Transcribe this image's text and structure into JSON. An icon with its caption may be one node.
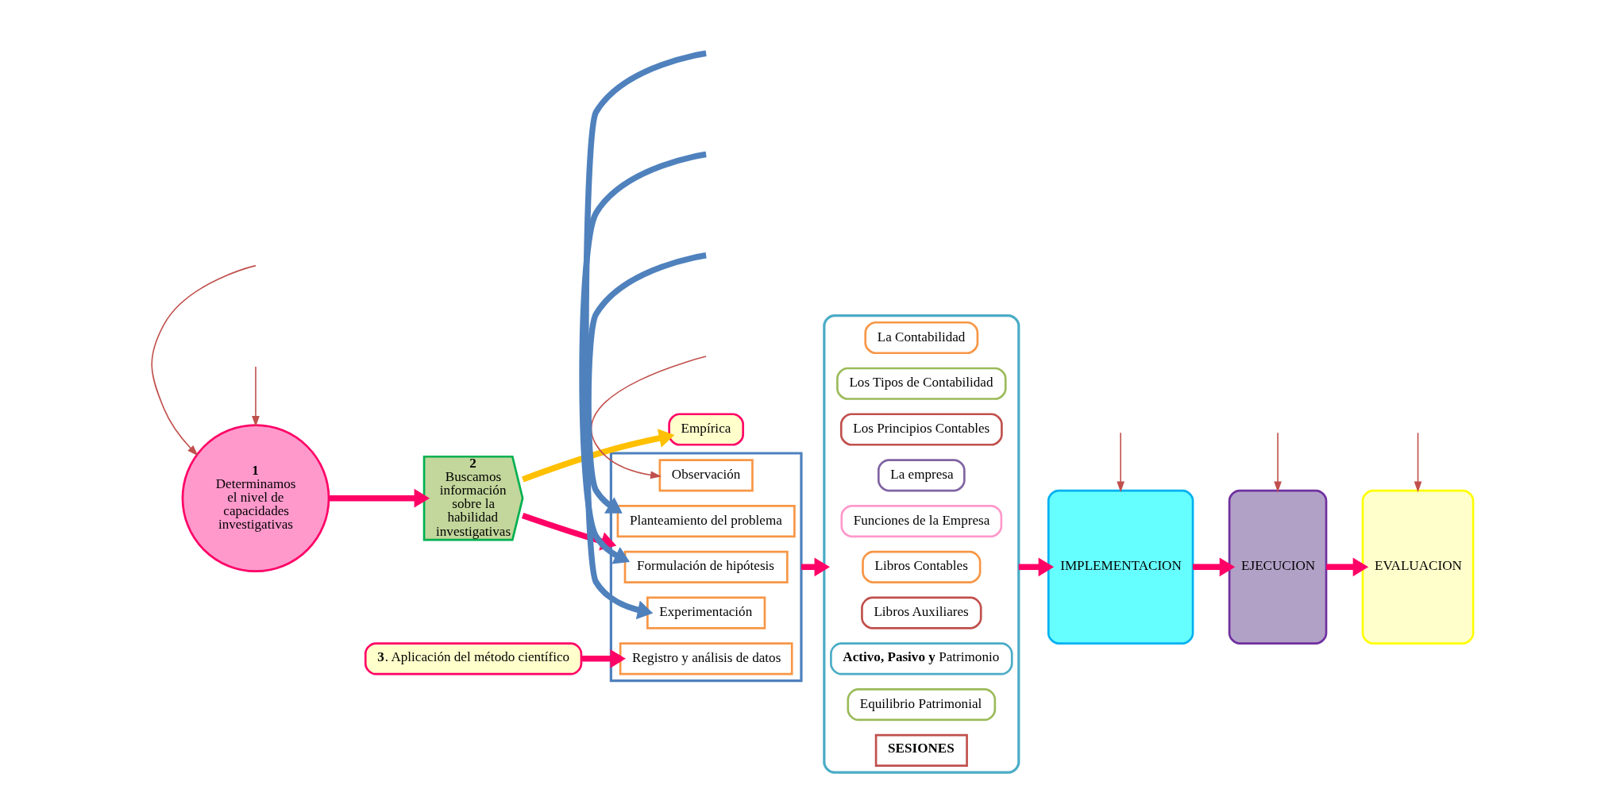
{
  "diagram": {
    "nodes": [
      {
        "text": [
          "1",
          "Determinamos el nivel de capacidades investigativas"
        ]
      },
      {
        "text": [
          "2",
          "Buscamos información sobre la habilidad investigativas"
        ]
      },
      {
        "text": [
          "Empírica"
        ]
      },
      {
        "text": [],
        "shape": "bracket"
      },
      {
        "text": [
          "Observación"
        ],
        "in": 3
      },
      {
        "text": [
          "Planteamiento del problema"
        ],
        "in": 3
      },
      {
        "text": [
          "Formulación de hipótesis"
        ],
        "in": 3
      },
      {
        "text": [
          "Experimentación"
        ],
        "in": 3
      },
      {
        "text": [
          "Registro y análisis de datos"
        ],
        "in": 3
      },
      {
        "text": [
          "**3**. Aplicación del método científico"
        ]
      },
      {
        "text": [],
        "shape": "box"
      },
      {
        "text": [
          "La Contabilidad"
        ],
        "in": 10
      },
      {
        "text": [
          "Los Tipos de Contabilidad"
        ],
        "in": 10
      },
      {
        "text": [
          "Los Principios Contables"
        ],
        "in": 10
      },
      {
        "text": [
          "La empresa"
        ],
        "in": 10
      },
      {
        "text": [
          "Funciones de la Empresa"
        ],
        "in": 10
      },
      {
        "text": [
          "Libros Contables"
        ],
        "in": 10
      },
      {
        "text": [
          "Libros Auxiliares"
        ],
        "in": 10
      },
      {
        "text": [
          "**Activo, Pasivo y** Patrimonio"
        ],
        "in": 10
      },
      {
        "text": [
          "Equilibrio Patrimonial"
        ],
        "in": 10
      },
      {
        "text": [
          "SESIONES"
        ],
        "in": 10
      },
      {
        "text": [
          "IMPLEMENTACION"
        ]
      },
      {
        "text": [
          "EJECUCION"
        ]
      },
      {
        "text": [
          "EVALUACION"
        ]
      }
    ],
    "edges": [
      {
        "from": null,
        "to": 0,
        "arrow": "to",
        "color": "#c0504d"
      },
      {
        "from": null,
        "to": 0,
        "arrow": "to",
        "color": "#c0504d"
      },
      {
        "from": 0,
        "to": 1,
        "arrow": "to"
      },
      {
        "from": 1,
        "to": 2,
        "arrow": "to",
        "color": "#ffc000"
      },
      {
        "from": 1,
        "to": 3,
        "arrow": "to"
      },
      {
        "from": null,
        "to": 4,
        "arrow": "to",
        "color": "#c0504d"
      },
      {
        "from": null,
        "to": 5,
        "arrow": "to",
        "color": "#4f81bd"
      },
      {
        "from": null,
        "to": 6,
        "arrow": "to",
        "color": "#4f81bd"
      },
      {
        "from": null,
        "to": 7,
        "arrow": "to",
        "color": "#4f81bd"
      },
      {
        "from": 9,
        "to": 8,
        "arrow": "to"
      },
      {
        "from": 3,
        "to": 10,
        "arrow": "to"
      },
      {
        "from": 10,
        "to": 21,
        "arrow": "to"
      },
      {
        "from": null,
        "to": 21,
        "arrow": "to",
        "color": "#c0504d"
      },
      {
        "from": 21,
        "to": 22,
        "arrow": "to"
      },
      {
        "from": null,
        "to": 22,
        "arrow": "to",
        "color": "#c0504d"
      },
      {
        "from": 22,
        "to": 23,
        "arrow": "to"
      },
      {
        "from": null,
        "to": 23,
        "arrow": "to",
        "color": "#c0504d"
      }
    ]
  }
}
